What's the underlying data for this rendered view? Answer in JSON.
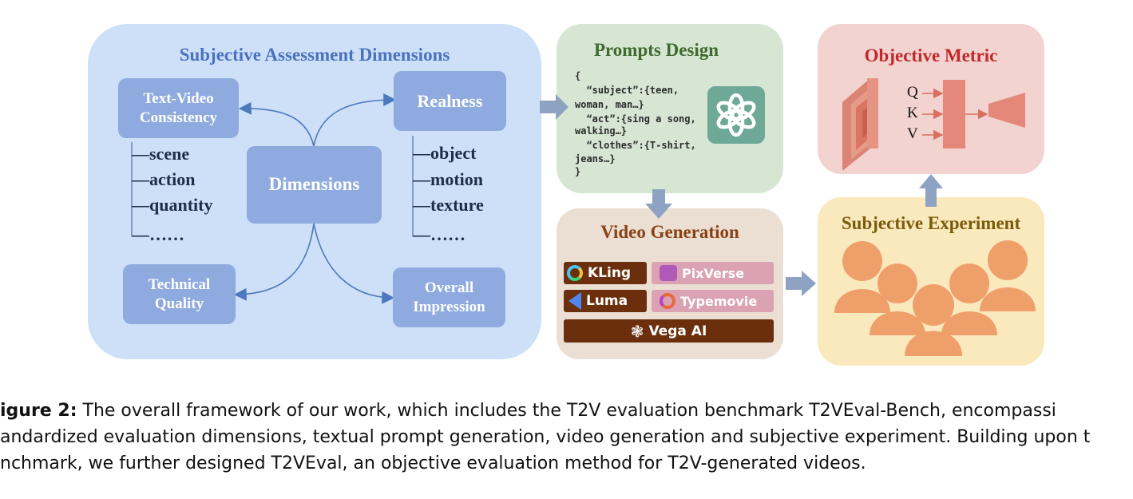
{
  "dimensions_panel": {
    "title": "Subjective Assessment Dimensions",
    "center": "Dimensions",
    "text_video": "Text-Video Consistency",
    "realness": "Realness",
    "technical": "Technical Quality",
    "overall": "Overall Impression",
    "text_video_items": [
      "—scene",
      "—action",
      "—quantity",
      "—……"
    ],
    "realness_items": [
      "—object",
      "—motion",
      "—texture",
      "—……"
    ]
  },
  "prompts_panel": {
    "title": "Prompts Design",
    "code_lines": [
      "{",
      "  “subject”:{teen,",
      "woman, man…}",
      "  “act”:{sing a song,",
      "walking…}",
      "  “clothes”:{T-shirt,",
      "jeans…}",
      "}"
    ]
  },
  "video_panel": {
    "title": "Video Generation",
    "models": [
      "KLing",
      "PixVerse",
      "Luma",
      "Typemovie",
      "Vega AI"
    ]
  },
  "objective_panel": {
    "title": "Objective Metric",
    "qkv": [
      "Q",
      "K",
      "V"
    ]
  },
  "subjective_panel": {
    "title": "Subjective Experiment"
  },
  "caption": {
    "label": "igure 2:",
    "lines": [
      "The overall framework of our work, which includes the T2V evaluation benchmark T2VEval-Bench, encompassi",
      "andardized evaluation dimensions, textual prompt generation, video generation and subjective experiment. Building upon t",
      "nchmark, we further designed T2VEval, an objective evaluation method for T2V-generated videos."
    ]
  },
  "colors": {
    "dim_panel": "#cde0f8",
    "box": "#8eaadf",
    "title_blue": "#4a72c0",
    "prompts_panel": "#d6e6d3",
    "title_green": "#3f6b2f",
    "video_panel": "#ebdfd3",
    "title_brown": "#8a4214",
    "objective_panel": "#f2d3d0",
    "title_red": "#c0282a",
    "subjective_panel": "#fbe9be",
    "title_olive": "#7a5b0a",
    "arrow": "#8ea3c2",
    "person": "#efa06a",
    "logo_dark": "#6b2f0e",
    "logo_pink": "#dba2b3"
  }
}
